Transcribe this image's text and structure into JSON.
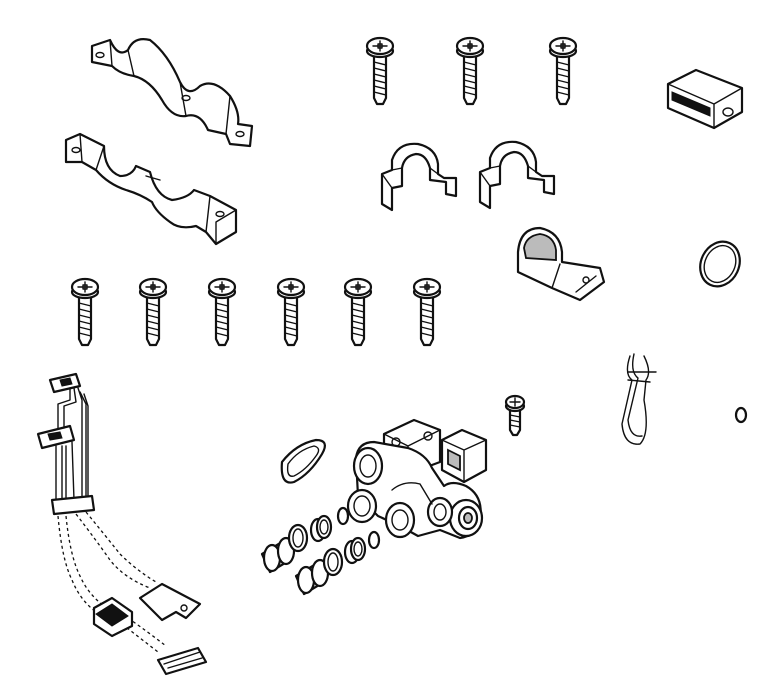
{
  "diagram": {
    "kind": "exploded-parts-illustration",
    "line_color": "#111111",
    "background": "#ffffff",
    "parts": [
      {
        "id": "pipe-clamp-top",
        "icon": "double-pipe-clamp-upper"
      },
      {
        "id": "pipe-clamp-bottom",
        "icon": "double-pipe-clamp-lower"
      },
      {
        "id": "screw-large",
        "icon": "phillips-screw",
        "count": 3
      },
      {
        "id": "connector-block",
        "icon": "rectangular-connector"
      },
      {
        "id": "hook-bracket",
        "icon": "pipe-hook-bracket",
        "count": 2
      },
      {
        "id": "single-pipe-clip",
        "icon": "single-pipe-clip"
      },
      {
        "id": "o-ring-large",
        "icon": "o-ring"
      },
      {
        "id": "screw-small",
        "icon": "phillips-screw",
        "count": 6
      },
      {
        "id": "retaining-clip",
        "icon": "spring-clip"
      },
      {
        "id": "o-ring-small",
        "icon": "o-ring"
      },
      {
        "id": "wiring-harness",
        "icon": "wire-harness"
      },
      {
        "id": "screw-mini",
        "icon": "phillips-screw"
      },
      {
        "id": "gas-valve-assembly",
        "icon": "gas-valve"
      },
      {
        "id": "gasket",
        "icon": "flat-gasket"
      },
      {
        "id": "fittings",
        "icon": "pipe-fittings"
      }
    ]
  }
}
